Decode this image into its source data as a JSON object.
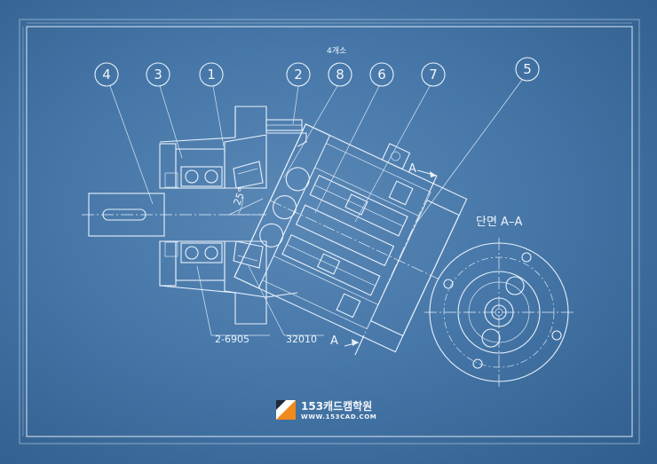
{
  "drawing": {
    "note_top": "4개소",
    "balloons": [
      "4",
      "3",
      "1",
      "2",
      "8",
      "6",
      "7",
      "5"
    ],
    "section_title": "단면 A–A",
    "section_letter_top": "A",
    "section_letter_bottom": "A",
    "angle_dim": "25°",
    "bearing_label_1": "2-6905",
    "bearing_label_2": "32010"
  },
  "logo": {
    "title": "153캐드캠학원",
    "url": "WWW.153CAD.COM",
    "colors": {
      "orange": "#f08a1c",
      "dark": "#1d2b3a",
      "white": "#ffffff"
    }
  },
  "colors": {
    "background": "#4677a8",
    "line": "#e8f1fb"
  }
}
